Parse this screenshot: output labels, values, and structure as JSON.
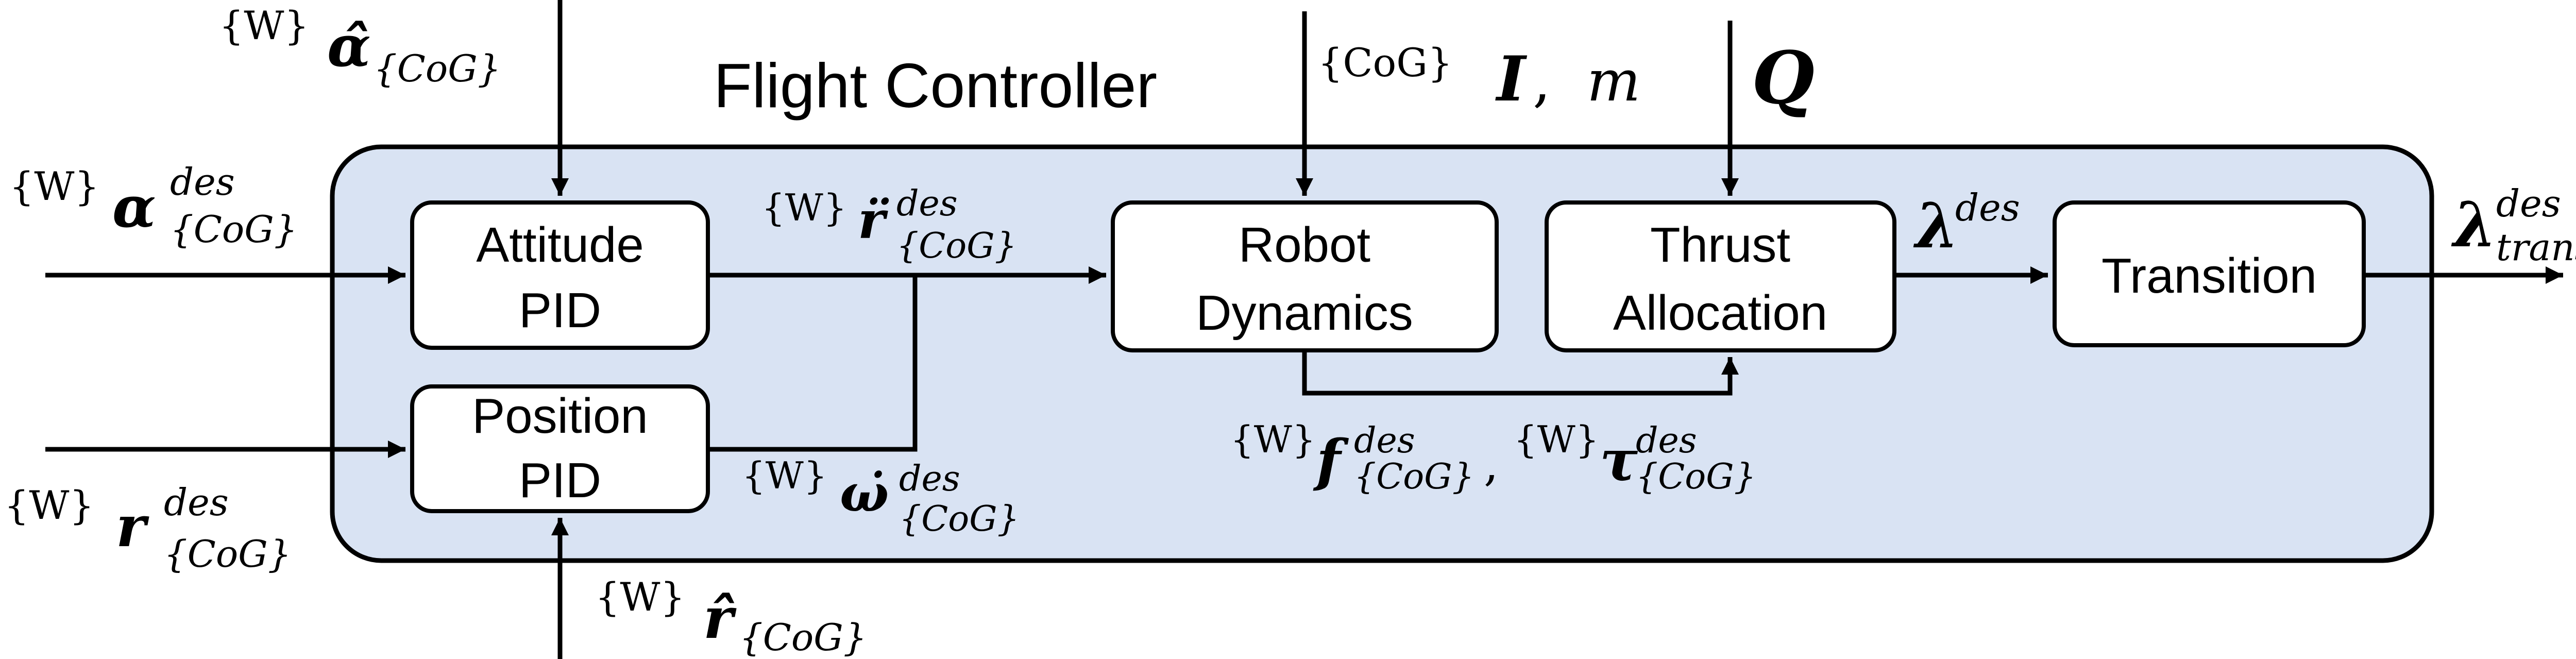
{
  "title": "Flight Controller",
  "blocks": {
    "attitude_pid": [
      "Attitude",
      "PID"
    ],
    "position_pid": [
      "Position",
      "PID"
    ],
    "robot_dynamics": [
      "Robot",
      "Dynamics"
    ],
    "thrust_allocation": [
      "Thrust",
      "Allocation"
    ],
    "transition": [
      "Transition"
    ]
  },
  "signals": {
    "alpha_hat_frame": "{W}",
    "alpha_hat_sym": "α̂",
    "alpha_hat_sub": "{CoG}",
    "alpha_des_frame": "{W}",
    "alpha_des_sym": "α",
    "alpha_des_sup": "des",
    "alpha_des_sub": "{CoG}",
    "r_des_frame": "{W}",
    "r_des_sym": "r",
    "r_des_sup": "des",
    "r_des_sub": "{CoG}",
    "r_hat_frame": "{W}",
    "r_hat_sym": "r̂",
    "r_hat_sub": "{CoG}",
    "rddot_frame": "{W}",
    "rddot_sym": "r̈",
    "rddot_sup": "des",
    "rddot_sub": "{CoG}",
    "omegadot_frame": "{W}",
    "omegadot_sym": "ω̇",
    "omegadot_sup": "des",
    "omegadot_sub": "{CoG}",
    "inertia_frame": "{CoG}",
    "inertia_sym": "I",
    "inertia_sep": ",",
    "mass_sym": "m",
    "q_sym": "Q",
    "f_frame": "{W}",
    "f_sym": "f",
    "f_sup": "des",
    "f_sub": "{CoG}",
    "tau_frame": "{W}",
    "tau_sym": "τ",
    "tau_sup": "des",
    "tau_sub": "{CoG}",
    "ft_sep": ",",
    "lambda_sym": "λ",
    "lambda_sup": "des",
    "lambda_trans_sym": "λ",
    "lambda_trans_sup": "des",
    "lambda_trans_sub": "trans"
  }
}
